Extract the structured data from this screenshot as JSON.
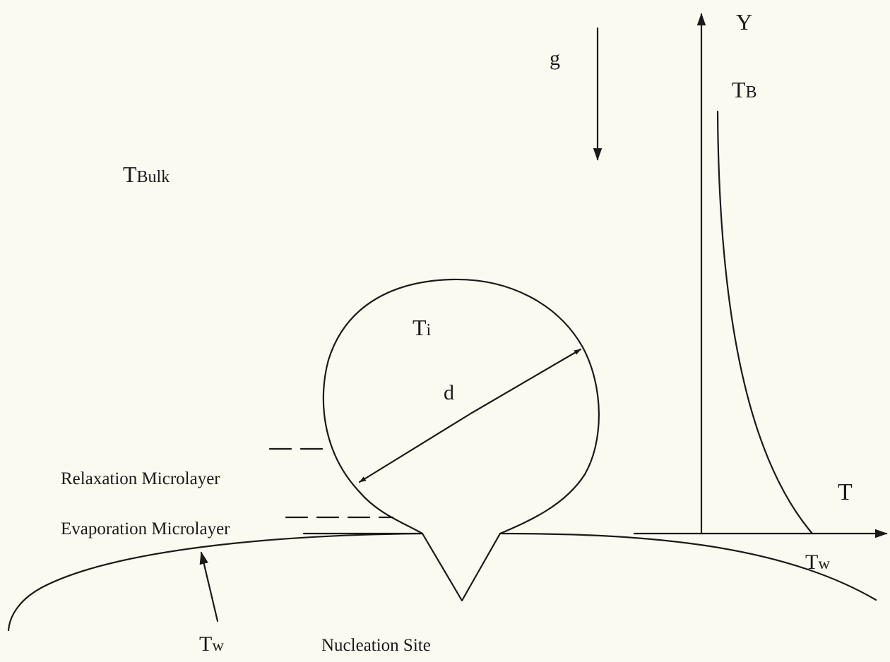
{
  "labels": {
    "gravity": "g",
    "y_axis": "Y",
    "t_axis": "T",
    "t_bubble_top": {
      "main": "T",
      "sub": "B"
    },
    "t_wall_right": {
      "main": "T",
      "sub": "w"
    },
    "t_wall_bottom": {
      "main": "T",
      "sub": "w"
    },
    "t_bulk": {
      "main": "T",
      "sub": "Bulk"
    },
    "t_interface": {
      "main": "T",
      "sub": "i"
    },
    "diameter": "d",
    "relaxation": "Relaxation Microlayer",
    "evaporation": "Evaporation Microlayer",
    "nucleation": "Nucleation Site"
  },
  "colors": {
    "background": "#fbfaf0",
    "ink": "#1a1a1a"
  }
}
